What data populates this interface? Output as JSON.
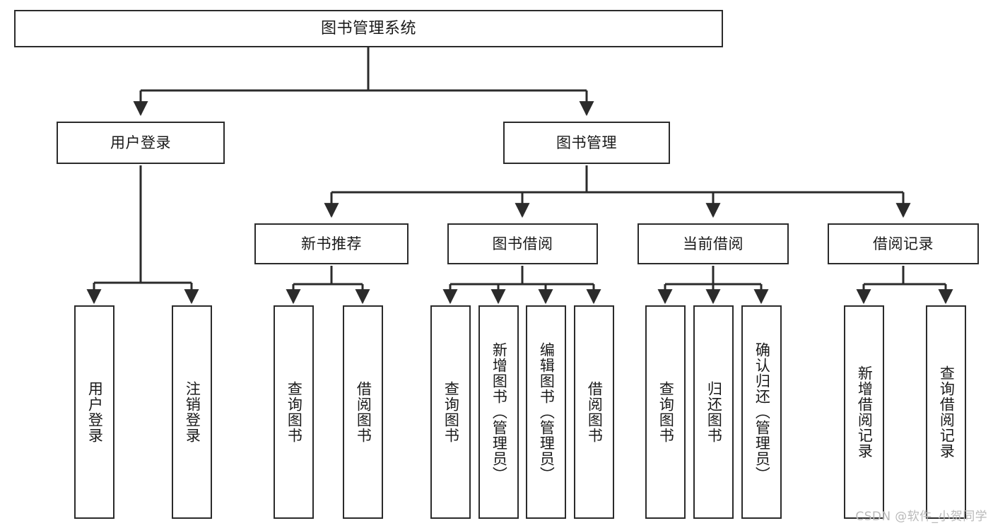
{
  "diagram": {
    "type": "tree",
    "title": "图书管理系统",
    "watermark": "CSDN @软件_小贺同学",
    "colors": {
      "box_border": "#2b2b2b",
      "box_fill": "#ffffff",
      "line": "#2b2b2b",
      "text": "#1a1a1a",
      "watermark": "#b9b9b9"
    },
    "levels": {
      "level1": [
        {
          "id": "root",
          "label": "图书管理系统"
        }
      ],
      "level2": [
        {
          "id": "user-login",
          "label": "用户登录"
        },
        {
          "id": "book-management",
          "label": "图书管理"
        }
      ],
      "level3": [
        {
          "id": "new-book-recommend",
          "label": "新书推荐",
          "parent": "book-management"
        },
        {
          "id": "book-borrow",
          "label": "图书借阅",
          "parent": "book-management"
        },
        {
          "id": "current-borrow",
          "label": "当前借阅",
          "parent": "book-management"
        },
        {
          "id": "borrow-record",
          "label": "借阅记录",
          "parent": "book-management"
        }
      ],
      "leaves": [
        {
          "id": "leaf-user-login",
          "label": "用户登录",
          "parent": "user-login"
        },
        {
          "id": "leaf-logout",
          "label": "注销登录",
          "parent": "user-login"
        },
        {
          "id": "leaf-query-book-1",
          "label": "查询图书",
          "parent": "new-book-recommend"
        },
        {
          "id": "leaf-borrow-book-1",
          "label": "借阅图书",
          "parent": "new-book-recommend"
        },
        {
          "id": "leaf-query-book-2",
          "label": "查询图书",
          "parent": "book-borrow"
        },
        {
          "id": "leaf-add-book",
          "label": "新增图书（管理员）",
          "parent": "book-borrow"
        },
        {
          "id": "leaf-edit-book",
          "label": "编辑图书（管理员）",
          "parent": "book-borrow"
        },
        {
          "id": "leaf-borrow-book-2",
          "label": "借阅图书",
          "parent": "book-borrow"
        },
        {
          "id": "leaf-query-book-3",
          "label": "查询图书",
          "parent": "current-borrow"
        },
        {
          "id": "leaf-return-book",
          "label": "归还图书",
          "parent": "current-borrow"
        },
        {
          "id": "leaf-confirm-return",
          "label": "确认归还（管理员）",
          "parent": "current-borrow"
        },
        {
          "id": "leaf-add-record",
          "label": "新增借阅记录",
          "parent": "borrow-record"
        },
        {
          "id": "leaf-query-record",
          "label": "查询借阅记录",
          "parent": "borrow-record"
        }
      ]
    }
  }
}
